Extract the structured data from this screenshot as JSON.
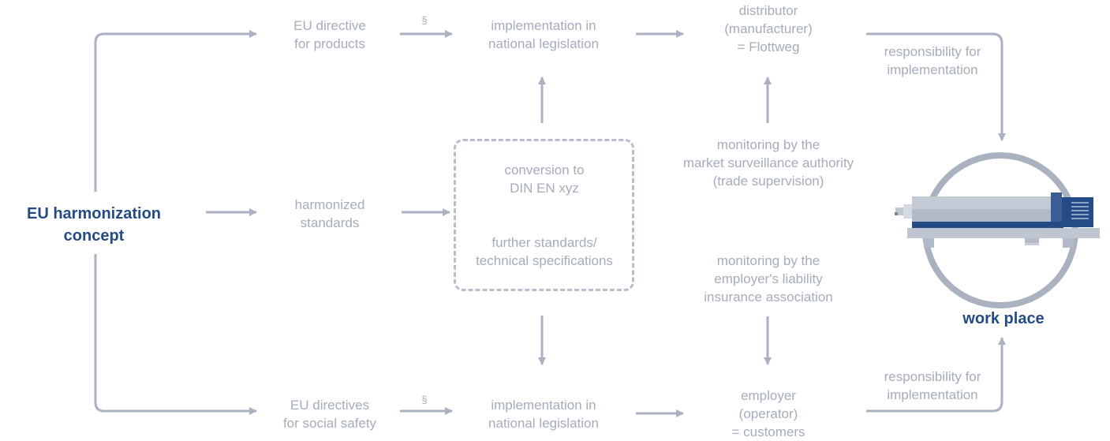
{
  "diagram": {
    "concept": [
      "EU harmonization",
      "concept"
    ],
    "eu_directive_products": [
      "EU directive",
      "for products"
    ],
    "harmonized_standards": [
      "harmonized",
      "standards"
    ],
    "eu_directives_social": [
      "EU directives",
      "for social safety"
    ],
    "section_mark_top": "§",
    "section_mark_bottom": "§",
    "impl_top": [
      "implementation in",
      "national legislation"
    ],
    "impl_bottom": [
      "implementation in",
      "national legislation"
    ],
    "conversion": [
      "conversion to",
      "DIN EN xyz"
    ],
    "further_standards": [
      "further standards/",
      "technical specifications"
    ],
    "distributor": [
      "distributor",
      "(manufacturer)",
      "= Flottweg"
    ],
    "monitoring_market": [
      "monitoring by the",
      "market surveillance authority",
      "(trade supervision)"
    ],
    "monitoring_employer": [
      "monitoring by the",
      "employer's liability",
      "insurance association"
    ],
    "employer": [
      "employer",
      "(operator)",
      "= customers"
    ],
    "responsibility_top": [
      "responsibility for",
      "implementation"
    ],
    "responsibility_bottom": [
      "responsibility for",
      "implementation"
    ],
    "work_place": "work place"
  },
  "colors": {
    "arrow": "#aab1c1",
    "text": "#a5acbb",
    "accent": "#254b86"
  }
}
